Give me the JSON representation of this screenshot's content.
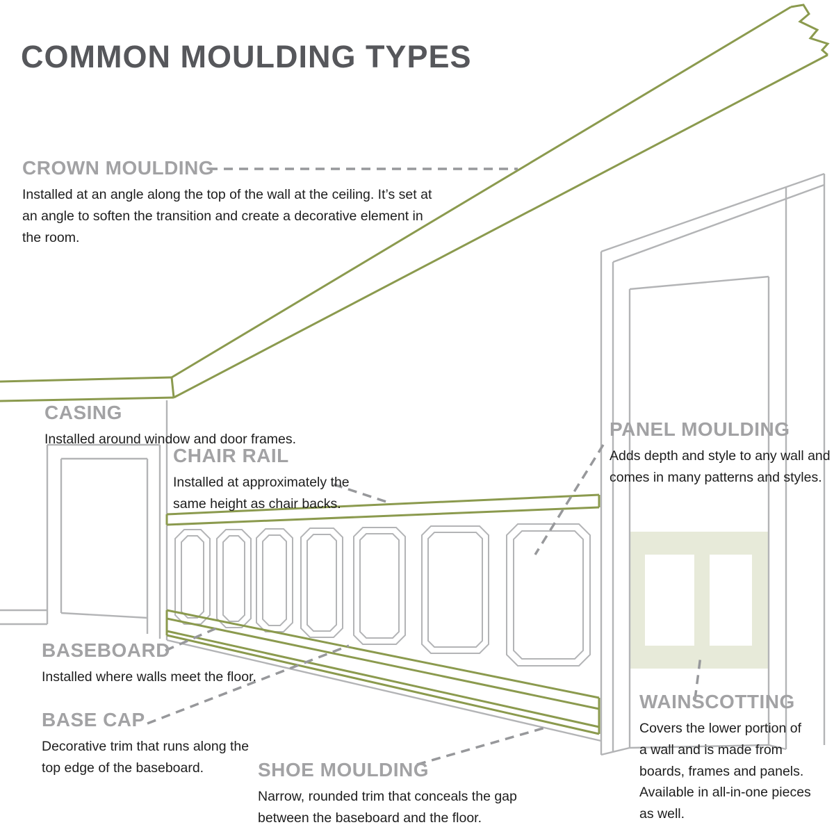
{
  "title": "COMMON MOULDING TYPES",
  "labels": {
    "crown": {
      "name": "CROWN MOULDING",
      "desc": "Installed at an angle along the top of the wall at the ceiling.  It’s set at an angle to soften the transition and create a decorative element in the room."
    },
    "casing": {
      "name": "CASING",
      "desc": "Installed around window and door frames."
    },
    "chair_rail": {
      "name": "CHAIR RAIL",
      "desc": "Installed at approximately the same height as chair backs."
    },
    "panel_moulding": {
      "name": "PANEL MOULDING",
      "desc": "Adds depth and style to any wall and comes in many patterns and styles."
    },
    "baseboard": {
      "name": "BASEBOARD",
      "desc": "Installed where walls meet the floor."
    },
    "base_cap": {
      "name": "BASE CAP",
      "desc": "Decorative trim that runs along the top edge of the baseboard."
    },
    "shoe_moulding": {
      "name": "SHOE MOULDING",
      "desc": "Narrow, rounded trim that conceals the gap between the baseboard and the floor."
    },
    "wainscotting": {
      "name": "WAINSCOTTING",
      "desc": "Covers the lower portion of a wall and is made from boards, frames and panels. Available in all-in-one pieces as well."
    }
  },
  "colors": {
    "green": "#8b9a4e",
    "line_gray": "#b3b4b6",
    "dash_gray": "#97989b",
    "label_gray": "#a2a2a4",
    "text_dark": "#1d1d1d",
    "title_gray": "#56575b",
    "wainscot_fill": "#e7ead9"
  }
}
